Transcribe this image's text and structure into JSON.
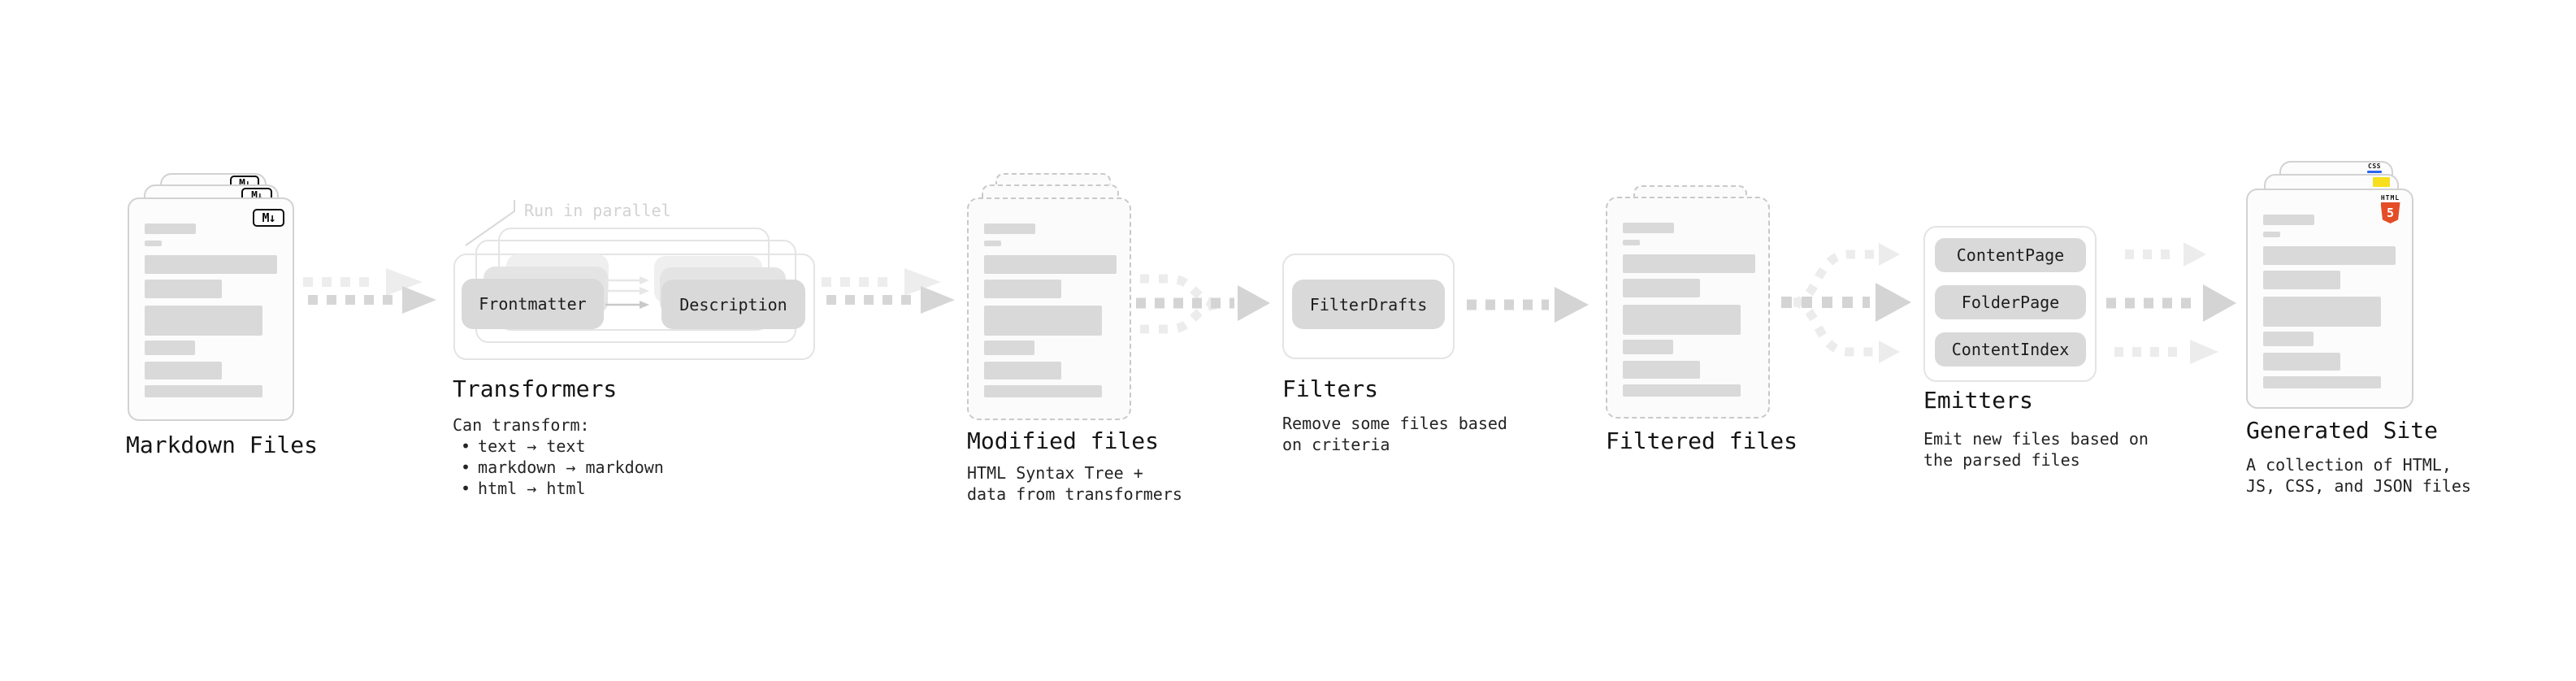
{
  "stages": {
    "markdown_files": {
      "label": "Markdown Files",
      "badge": "M↓"
    },
    "transformers": {
      "label": "Transformers",
      "annotation": "Run in parallel",
      "nodes": [
        "Frontmatter",
        "Description"
      ],
      "desc_title": "Can transform:",
      "bullet_marker": "•",
      "bullets": [
        "text → text",
        "markdown → markdown",
        "html → html"
      ]
    },
    "modified_files": {
      "label": "Modified files",
      "desc": [
        "HTML Syntax Tree +",
        "data from transformers"
      ]
    },
    "filters": {
      "label": "Filters",
      "nodes": [
        "FilterDrafts"
      ],
      "desc": [
        "Remove some files based",
        "on criteria"
      ]
    },
    "filtered_files": {
      "label": "Filtered files"
    },
    "emitters": {
      "label": "Emitters",
      "nodes": [
        "ContentPage",
        "FolderPage",
        "ContentIndex"
      ],
      "desc": [
        "Emit new files based on",
        "the parsed files"
      ]
    },
    "generated_site": {
      "label": "Generated Site",
      "desc": [
        "A collection of HTML,",
        "JS, CSS, and JSON files"
      ],
      "badges": {
        "html5_label": "HTML",
        "html5_digit": "5",
        "css_label": "CSS"
      }
    }
  },
  "colors": {
    "html5_orange": "#E44D26",
    "js_yellow": "#F7DF1E",
    "css_blue": "#2965F1",
    "node_fill": "#D9D9D9",
    "arrow_gray": "#D4D4D4",
    "ghost_arrow_gray": "#ECECEC",
    "placeholder_bar_gray": "#D9D9D9",
    "text_dark": "#141414",
    "annotation_gray": "#D2D2D2"
  }
}
